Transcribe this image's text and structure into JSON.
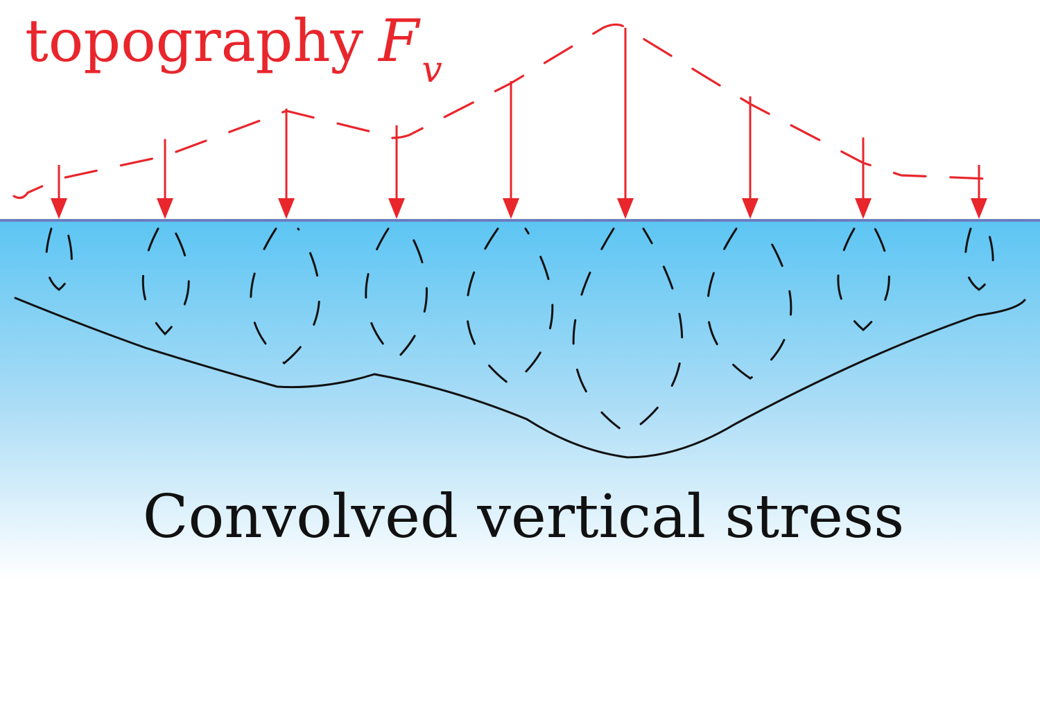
{
  "title": {
    "word": "topography",
    "symbol": "F",
    "subscript": "v"
  },
  "caption": "Convolved vertical stress",
  "colors": {
    "topography": "#e8262c",
    "surface_line": "#6a7fc0",
    "medium_top": "#5cc5f3",
    "medium_bottom": "#ffffff",
    "ink": "#111111"
  },
  "loads": [
    {
      "id": "load-1",
      "relative_magnitude": 0.1
    },
    {
      "id": "load-2",
      "relative_magnitude": 0.27
    },
    {
      "id": "load-3",
      "relative_magnitude": 0.47
    },
    {
      "id": "load-4",
      "relative_magnitude": 0.36
    },
    {
      "id": "load-5",
      "relative_magnitude": 0.65
    },
    {
      "id": "load-6",
      "relative_magnitude": 1.0
    },
    {
      "id": "load-7",
      "relative_magnitude": 0.55
    },
    {
      "id": "load-8",
      "relative_magnitude": 0.28
    },
    {
      "id": "load-9",
      "relative_magnitude": 0.1
    }
  ]
}
